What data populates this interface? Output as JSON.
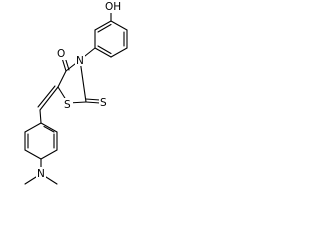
{
  "molecule": {
    "atom_labels": {
      "hydroxyl_oxygen": "OH",
      "ring_nitrogen": "N",
      "carbonyl_oxygen": "O",
      "ring_sulfur": "S",
      "thione_sulfur": "S",
      "amine_nitrogen": "N"
    }
  }
}
